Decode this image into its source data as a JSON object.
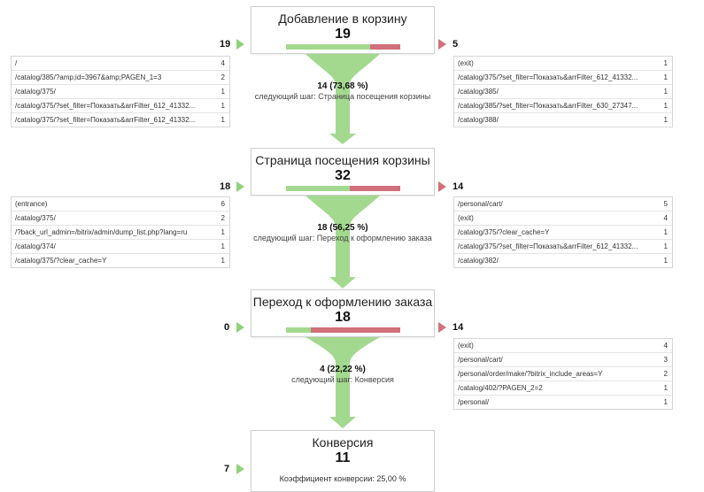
{
  "steps": [
    {
      "title": "Добавление в корзину",
      "count": "19",
      "ratio_green": 0.74
    },
    {
      "title": "Страница посещения корзины",
      "count": "32",
      "ratio_green": 0.56
    },
    {
      "title": "Переход к оформлению заказа",
      "count": "18",
      "ratio_green": 0.22
    },
    {
      "title": "Конверсия",
      "count": "11",
      "conversion": "Коэффициент конверсии: 25,00 %"
    }
  ],
  "flows": [
    {
      "pct": "14 (73,68 %)",
      "next": "следующий шаг: Страница посещения корзины",
      "fraction": 0.7368
    },
    {
      "pct": "18 (56,25 %)",
      "next": "следующий шаг: Переход к оформлению заказа",
      "fraction": 0.5625
    },
    {
      "pct": "4 (22,22 %)",
      "next": "следующий шаг: Конверсия",
      "fraction": 0.2222
    }
  ],
  "entries": [
    {
      "count": "19",
      "rows": [
        {
          "url": "/",
          "n": "4"
        },
        {
          "url": "/catalog/385/?amp;id=3967&amp;PAGEN_1=3",
          "n": "2"
        },
        {
          "url": "/catalog/375/",
          "n": "1"
        },
        {
          "url": "/catalog/375/?set_filter=Показать&arrFilter_612_41332...",
          "n": "1"
        },
        {
          "url": "/catalog/375/?set_filter=Показать&arrFilter_612_41332...",
          "n": "1"
        }
      ]
    },
    {
      "count": "18",
      "rows": [
        {
          "url": "(entrance)",
          "n": "6"
        },
        {
          "url": "/catalog/375/",
          "n": "2"
        },
        {
          "url": "/?back_url_admin=/bitrix/admin/dump_list.php?lang=ru",
          "n": "1"
        },
        {
          "url": "/catalog/374/",
          "n": "1"
        },
        {
          "url": "/catalog/375/?clear_cache=Y",
          "n": "1"
        }
      ]
    },
    {
      "count": "0",
      "rows": []
    },
    {
      "count": "7",
      "rows": []
    }
  ],
  "exits": [
    {
      "count": "5",
      "rows": [
        {
          "url": "(exit)",
          "n": "1"
        },
        {
          "url": "/catalog/375/?set_filter=Показать&arrFilter_612_41332...",
          "n": "1"
        },
        {
          "url": "/catalog/385/",
          "n": "1"
        },
        {
          "url": "/catalog/385/?set_filter=Показать&arrFilter_630_27347...",
          "n": "1"
        },
        {
          "url": "/catalog/388/",
          "n": "1"
        }
      ]
    },
    {
      "count": "14",
      "rows": [
        {
          "url": "/personal/cart/",
          "n": "5"
        },
        {
          "url": "(exit)",
          "n": "4"
        },
        {
          "url": "/catalog/375/?clear_cache=Y",
          "n": "1"
        },
        {
          "url": "/catalog/375/?set_filter=Показать&arrFilter_612_41332...",
          "n": "1"
        },
        {
          "url": "/catalog/382/",
          "n": "1"
        }
      ]
    },
    {
      "count": "14",
      "rows": [
        {
          "url": "(exit)",
          "n": "4"
        },
        {
          "url": "/personal/cart/",
          "n": "3"
        },
        {
          "url": "/personal/order/make/?bitrix_include_areas=Y",
          "n": "2"
        },
        {
          "url": "/catalog/402/?PAGEN_2=2",
          "n": "1"
        },
        {
          "url": "/personal/",
          "n": "1"
        }
      ]
    }
  ],
  "colors": {
    "flow": "#a3d98f",
    "entrance": "#8ed37a",
    "exit": "#d0707a"
  }
}
